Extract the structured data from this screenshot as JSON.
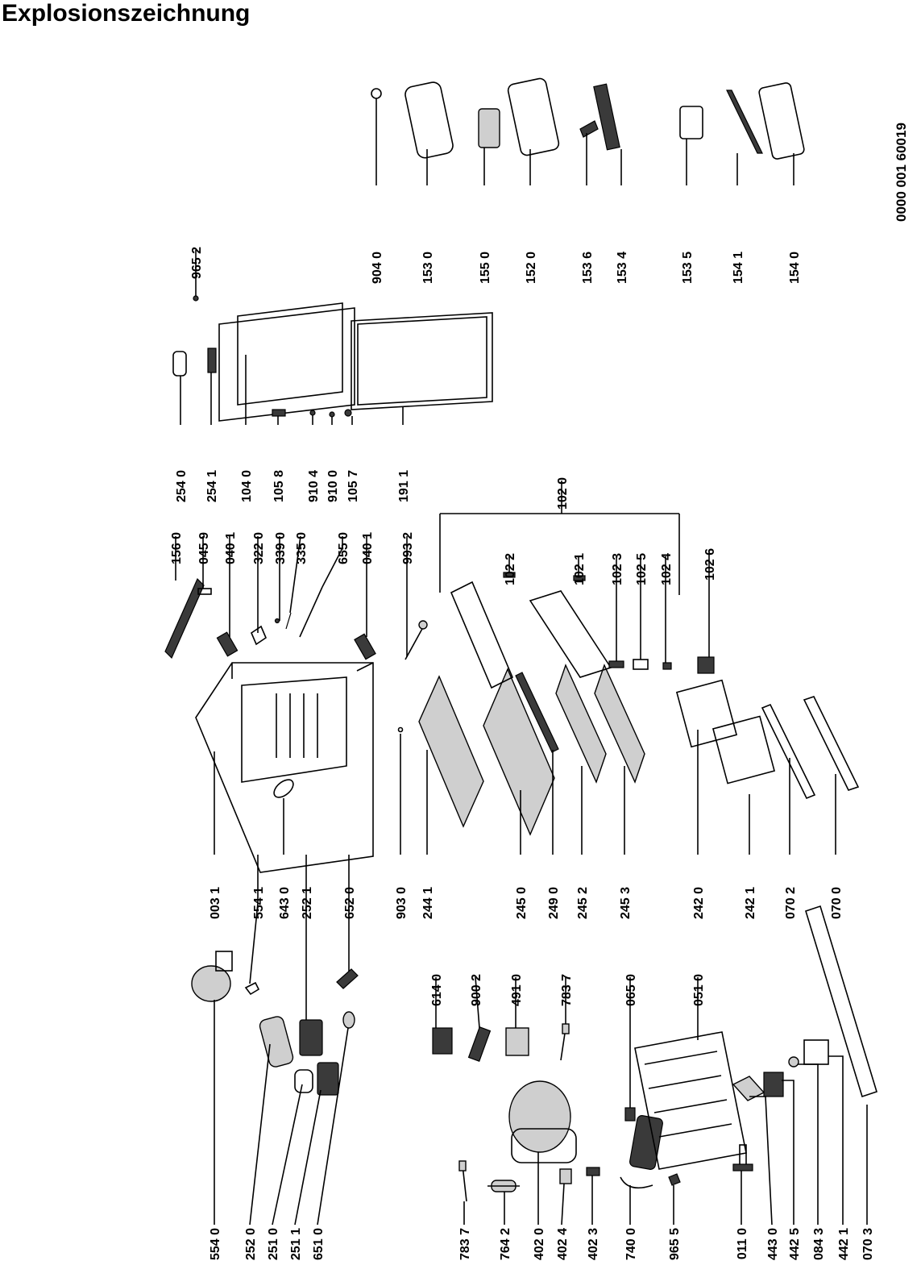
{
  "title": "Explosionszeichnung",
  "doc_number": "0000 001 60019",
  "labels": {
    "p554_0": "554 0",
    "p252_0": "252 0",
    "p251_0": "251 0",
    "p251_1": "251 1",
    "p651_0": "651 0",
    "p783_7a": "783 7",
    "p764_2": "764 2",
    "p402_0": "402 0",
    "p402_4": "402 4",
    "p402_3": "402 3",
    "p740_0": "740 0",
    "p965_5": "965 5",
    "p011_0": "011 0",
    "p443_0": "443 0",
    "p442_5": "442 5",
    "p084_3": "084 3",
    "p442_1": "442 1",
    "p070_3": "070 3",
    "p614_0": "614 0",
    "p900_2": "900 2",
    "p491_0": "491 0",
    "p783_7b": "783 7",
    "p065_0": "065 0",
    "p051_0": "051 0",
    "p003_1": "003 1",
    "p554_1": "554 1",
    "p643_0": "643 0",
    "p252_1": "252 1",
    "p652_0": "652 0",
    "p903_0": "903 0",
    "p244_1": "244 1",
    "p245_0": "245 0",
    "p249_0": "249 0",
    "p245_2": "245 2",
    "p245_3": "245 3",
    "p242_0": "242 0",
    "p242_1": "242 1",
    "p070_2": "070 2",
    "p070_0": "070 0",
    "p156_0": "156 0",
    "p045_9": "045 9",
    "p040_1a": "040 1",
    "p322_0": "322 0",
    "p339_0": "339 0",
    "p335_0": "335 0",
    "p655_0": "655 0",
    "p040_1b": "040 1",
    "p993_2": "993 2",
    "p102_2": "102 2",
    "p102_1": "102 1",
    "p102_3": "102 3",
    "p102_5": "102 5",
    "p102_4": "102 4",
    "p102_6": "102 6",
    "p102_0": "102 0",
    "p254_0": "254 0",
    "p254_1": "254 1",
    "p104_0": "104 0",
    "p105_8": "105 8",
    "p910_4": "910 4",
    "p910_0": "910 0",
    "p105_7": "105 7",
    "p191_1": "191 1",
    "p965_2": "965 2",
    "p904_0": "904 0",
    "p153_0": "153 0",
    "p155_0": "155 0",
    "p152_0": "152 0",
    "p153_6": "153 6",
    "p153_4": "153 4",
    "p153_5": "153 5",
    "p154_1": "154 1",
    "p154_0": "154 0"
  }
}
